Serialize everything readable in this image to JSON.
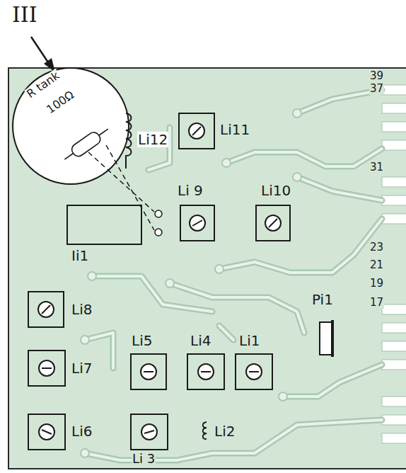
{
  "diagram": {
    "labels": [
      "III",
      "R tank",
      "100Ω",
      "Li12",
      "Li11",
      "Li 9",
      "Li10",
      "Ii1",
      "Li8",
      "Pi1",
      "Li5",
      "Li4",
      "Li1",
      "Li7",
      "Li6",
      "Li 3",
      "Li2",
      "39",
      "37",
      "31",
      "23",
      "21",
      "19",
      "17"
    ]
  }
}
